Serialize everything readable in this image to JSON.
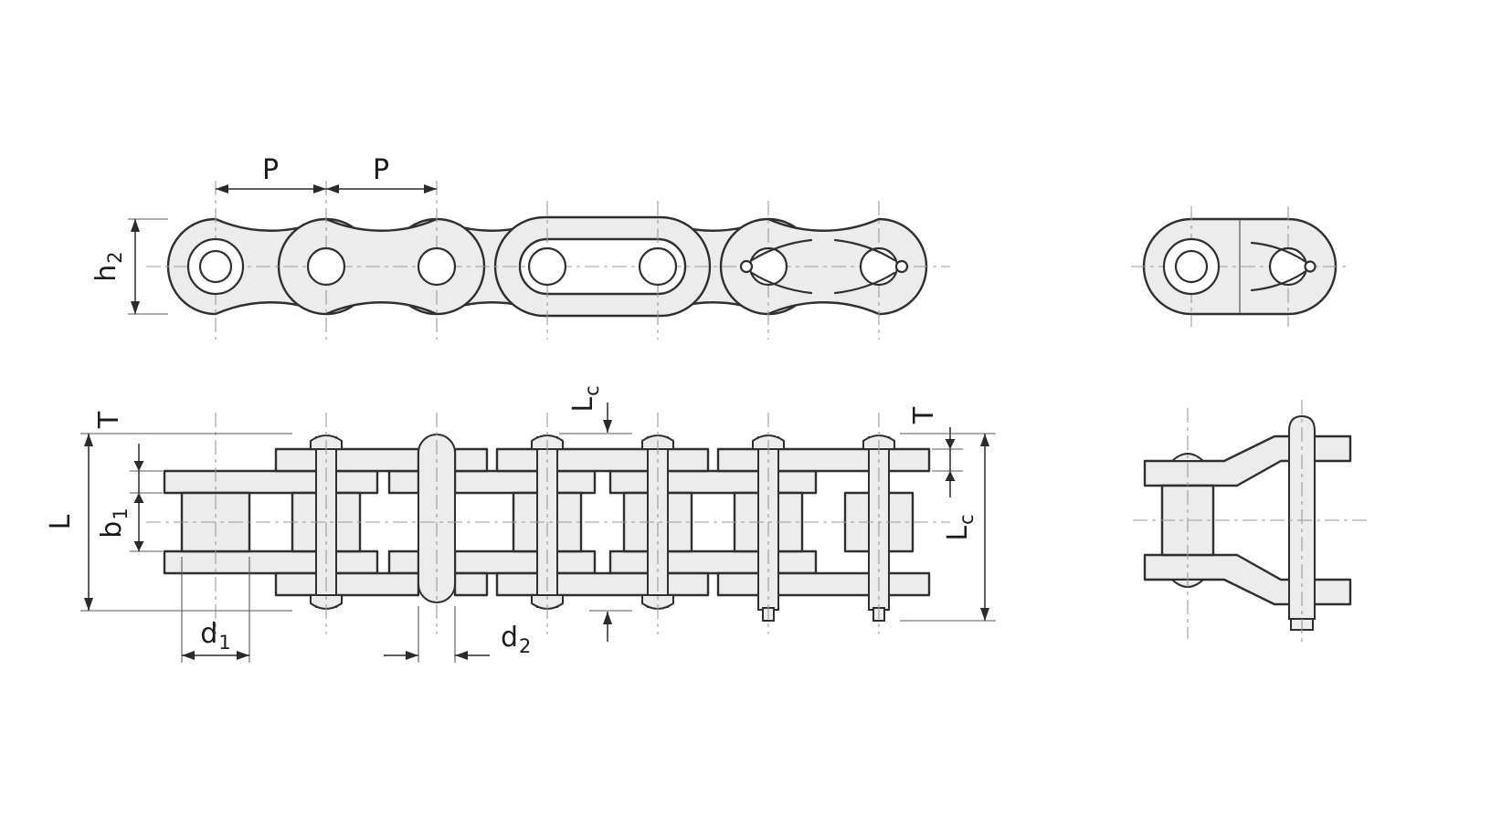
{
  "drawing": {
    "colors": {
      "background": "#ffffff",
      "line": "#2f2f2f",
      "plate_fill": "#ececec",
      "centerline": "#9a9a9a"
    },
    "dimensions": {
      "pitch_1": {
        "label": "P"
      },
      "pitch_2": {
        "label": "P"
      },
      "plate_height": {
        "base": "h",
        "sub": "2"
      },
      "plate_thickness_left": {
        "label": "T"
      },
      "pin_length": {
        "label": "L"
      },
      "inner_width": {
        "base": "b",
        "sub": "1"
      },
      "cotter_pin_length_mid": {
        "base": "L",
        "sub": "c"
      },
      "plate_thickness_right": {
        "label": "T"
      },
      "cotter_pin_length_right": {
        "base": "L",
        "sub": "c"
      },
      "roller_diameter": {
        "base": "d",
        "sub": "1"
      },
      "pin_diameter": {
        "base": "d",
        "sub": "2"
      }
    }
  }
}
